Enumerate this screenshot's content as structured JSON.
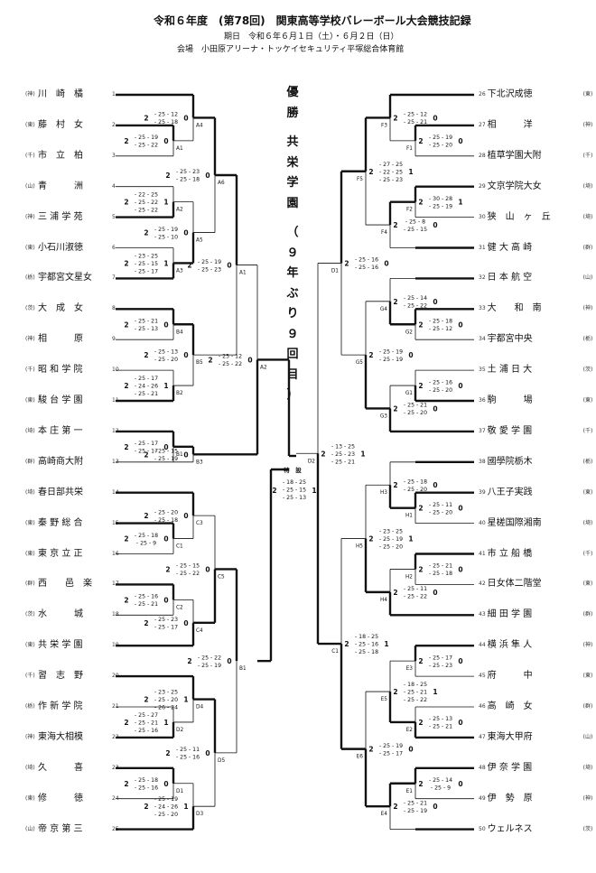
{
  "header": {
    "title": "令和６年度　(第78回)　関東高等学校バレーボール大会競技記録",
    "period": "期日　令和６年６月１日（土）・６月２日（日）",
    "venue": "会場　小田原アリーナ・トッケイセキュリティ平塚総合体育館"
  },
  "champion": [
    "優",
    "勝",
    "",
    "共",
    "栄",
    "学",
    "園",
    "",
    "（",
    "９",
    "年",
    "ぶ",
    "り",
    "９",
    "回",
    "目",
    "）"
  ],
  "teams_left": [
    {
      "pref": "(神)",
      "name": "川　崎　橘",
      "seed": "1"
    },
    {
      "pref": "(東)",
      "name": "藤　村　女",
      "seed": "2"
    },
    {
      "pref": "(千)",
      "name": "市　立　柏",
      "seed": "3"
    },
    {
      "pref": "(山)",
      "name": "青　　　洲",
      "seed": "4"
    },
    {
      "pref": "(神)",
      "name": "三 浦 学 苑",
      "seed": "5"
    },
    {
      "pref": "(東)",
      "name": "小石川淑徳",
      "seed": "6"
    },
    {
      "pref": "(栃)",
      "name": "宇都宮文星女",
      "seed": "7"
    },
    {
      "pref": "(茨)",
      "name": "大　成　女",
      "seed": "8"
    },
    {
      "pref": "(神)",
      "name": "相　　　原",
      "seed": "9"
    },
    {
      "pref": "(千)",
      "name": "昭 和 学 院",
      "seed": "10"
    },
    {
      "pref": "(東)",
      "name": "駿 台 学 園",
      "seed": "11"
    },
    {
      "pref": "(埼)",
      "name": "本 庄 第 一",
      "seed": "12"
    },
    {
      "pref": "(群)",
      "name": "高崎商大附",
      "seed": "13"
    },
    {
      "pref": "(埼)",
      "name": "春日部共栄",
      "seed": "14"
    },
    {
      "pref": "(東)",
      "name": "秦 野 総 合",
      "seed": "15"
    },
    {
      "pref": "(東)",
      "name": "東 京 立 正",
      "seed": "16"
    },
    {
      "pref": "(群)",
      "name": "西　　邑　楽",
      "seed": "17"
    },
    {
      "pref": "(茨)",
      "name": "水　　　城",
      "seed": "18"
    },
    {
      "pref": "(東)",
      "name": "共 栄 学 園",
      "seed": "19"
    },
    {
      "pref": "(千)",
      "name": "習　志　野",
      "seed": "20"
    },
    {
      "pref": "(栃)",
      "name": "作 新 学 院",
      "seed": "21"
    },
    {
      "pref": "(神)",
      "name": "東海大相模",
      "seed": "22"
    },
    {
      "pref": "(埼)",
      "name": "久　　　喜",
      "seed": "23"
    },
    {
      "pref": "(東)",
      "name": "修　　　徳",
      "seed": "24"
    },
    {
      "pref": "(山)",
      "name": "帝 京 第 三",
      "seed": "25"
    }
  ],
  "teams_right": [
    {
      "pref": "(東)",
      "name": "下北沢成徳",
      "seed": "26"
    },
    {
      "pref": "(神)",
      "name": "相　　　洋",
      "seed": "27"
    },
    {
      "pref": "(千)",
      "name": "植草学園大附",
      "seed": "28"
    },
    {
      "pref": "(埼)",
      "name": "文京学院大女",
      "seed": "29"
    },
    {
      "pref": "(埼)",
      "name": "狭　山　ヶ　丘",
      "seed": "30"
    },
    {
      "pref": "(群)",
      "name": "健 大 高 崎",
      "seed": "31"
    },
    {
      "pref": "(山)",
      "name": "日 本 航 空",
      "seed": "32"
    },
    {
      "pref": "(神)",
      "name": "大　　和　南",
      "seed": "33"
    },
    {
      "pref": "(栃)",
      "name": "宇都宮中央",
      "seed": "34"
    },
    {
      "pref": "(茨)",
      "name": "土 浦 日 大",
      "seed": "35"
    },
    {
      "pref": "(東)",
      "name": "駒　　　場",
      "seed": "36"
    },
    {
      "pref": "(千)",
      "name": "敬 愛 学 園",
      "seed": "37"
    },
    {
      "pref": "(栃)",
      "name": "國學院栃木",
      "seed": "38"
    },
    {
      "pref": "(東)",
      "name": "八王子実践",
      "seed": "39"
    },
    {
      "pref": "(埼)",
      "name": "星槎国際湘南",
      "seed": "40"
    },
    {
      "pref": "(千)",
      "name": "市 立 船 橋",
      "seed": "41"
    },
    {
      "pref": "(東)",
      "name": "日女体二階堂",
      "seed": "42"
    },
    {
      "pref": "(群)",
      "name": "細 田 学 園",
      "seed": "43"
    },
    {
      "pref": "(神)",
      "name": "横 浜 隼 人",
      "seed": "44"
    },
    {
      "pref": "(東)",
      "name": "府　　　中",
      "seed": "45"
    },
    {
      "pref": "(群)",
      "name": "高　崎　女",
      "seed": "46"
    },
    {
      "pref": "(山)",
      "name": "東海大甲府",
      "seed": "47"
    },
    {
      "pref": "(埼)",
      "name": "伊 奈 学 園",
      "seed": "48"
    },
    {
      "pref": "(神)",
      "name": "伊　勢　原",
      "seed": "49"
    },
    {
      "pref": "(茨)",
      "name": "ウェルネス",
      "seed": "50"
    }
  ],
  "special_seed_label": "特　設",
  "matches": [
    {
      "id": "A4",
      "label": "A4",
      "set_w": "2",
      "set_l": "0",
      "scores": [
        "25 - 12",
        "25 - 18"
      ]
    },
    {
      "id": "A1",
      "label": "A1",
      "set_w": "2",
      "set_l": "0",
      "scores": [
        "25 - 19",
        "25 - 22"
      ]
    },
    {
      "id": "A6",
      "label": "A6",
      "set_w": "2",
      "set_l": "0",
      "scores": [
        "25 - 23",
        "25 - 18"
      ]
    },
    {
      "id": "A2",
      "label": "A2",
      "set_w": "2",
      "set_l": "1",
      "scores": [
        "22 - 25",
        "25 - 22",
        "25 - 22"
      ]
    },
    {
      "id": "A5",
      "label": "A5",
      "set_w": "2",
      "set_l": "0",
      "scores": [
        "25 - 19",
        "25 - 10"
      ]
    },
    {
      "id": "A3",
      "label": "A3",
      "set_w": "2",
      "set_l": "1",
      "scores": [
        "23 - 25",
        "25 - 15",
        "25 - 17"
      ]
    },
    {
      "id": "A1r",
      "label": "A1",
      "set_w": "2",
      "set_l": "0",
      "scores": [
        "25 - 19",
        "25 - 23"
      ]
    },
    {
      "id": "B4",
      "label": "B4",
      "set_w": "2",
      "set_l": "0",
      "scores": [
        "25 - 21",
        "25 - 13"
      ]
    },
    {
      "id": "B2",
      "label": "B2",
      "set_w": "2",
      "set_l": "1",
      "scores": [
        "25 - 17",
        "24 - 26",
        "25 - 21"
      ]
    },
    {
      "id": "B5",
      "label": "B5",
      "set_w": "2",
      "set_l": "0",
      "scores": [
        "25 - 13",
        "25 - 20"
      ]
    },
    {
      "id": "B1",
      "label": "B1",
      "set_w": "2",
      "set_l": "0",
      "scores": [
        "25 - 17",
        "25 - 17"
      ]
    },
    {
      "id": "B3",
      "label": "B3",
      "set_w": "2",
      "set_l": "0",
      "scores": [
        "25 - 15",
        "25 - 19"
      ]
    },
    {
      "id": "A2r",
      "label": "A2",
      "set_w": "2",
      "set_l": "0",
      "scores": [
        "25 - 12",
        "25 - 22"
      ]
    },
    {
      "id": "C3",
      "label": "C3",
      "set_w": "2",
      "set_l": "0",
      "scores": [
        "25 - 20",
        "25 - 18"
      ]
    },
    {
      "id": "C1",
      "label": "C1",
      "set_w": "2",
      "set_l": "0",
      "scores": [
        "25 - 18",
        "25 - 9"
      ]
    },
    {
      "id": "C5",
      "label": "C5",
      "set_w": "2",
      "set_l": "0",
      "scores": [
        "25 - 15",
        "25 - 22"
      ]
    },
    {
      "id": "C2",
      "label": "C2",
      "set_w": "2",
      "set_l": "0",
      "scores": [
        "25 - 16",
        "25 - 21"
      ]
    },
    {
      "id": "C4",
      "label": "C4",
      "set_w": "2",
      "set_l": "0",
      "scores": [
        "25 - 23",
        "25 - 17"
      ]
    },
    {
      "id": "B1r",
      "label": "B1",
      "set_w": "2",
      "set_l": "0",
      "scores": [
        "25 - 22",
        "25 - 19"
      ]
    },
    {
      "id": "D4",
      "label": "D4",
      "set_w": "2",
      "set_l": "1",
      "scores": [
        "23 - 25",
        "25 - 20",
        "26 - 24"
      ]
    },
    {
      "id": "D2",
      "label": "D2",
      "set_w": "2",
      "set_l": "1",
      "scores": [
        "25 - 27",
        "25 - 21",
        "25 - 16"
      ]
    },
    {
      "id": "D5",
      "label": "D5",
      "set_w": "2",
      "set_l": "0",
      "scores": [
        "25 - 11",
        "25 - 16"
      ]
    },
    {
      "id": "D1",
      "label": "D1",
      "set_w": "2",
      "set_l": "0",
      "scores": [
        "25 - 18",
        "25 - 16"
      ]
    },
    {
      "id": "D3",
      "label": "D3",
      "set_w": "2",
      "set_l": "1",
      "scores": [
        "25 - 19",
        "24 - 26",
        "25 - 20"
      ]
    },
    {
      "id": "F3",
      "label": "F3",
      "set_w": "2",
      "set_l": "0",
      "scores": [
        "25 - 12",
        "25 - 21"
      ]
    },
    {
      "id": "F1",
      "label": "F1",
      "set_w": "2",
      "set_l": "0",
      "scores": [
        "25 - 19",
        "25 - 20"
      ]
    },
    {
      "id": "F5",
      "label": "F5",
      "set_w": "2",
      "set_l": "1",
      "scores": [
        "27 - 25",
        "22 - 25",
        "25 - 23"
      ]
    },
    {
      "id": "F2",
      "label": "F2",
      "set_w": "2",
      "set_l": "1",
      "scores": [
        "30 - 28",
        "25 - 19"
      ]
    },
    {
      "id": "F4",
      "label": "F4",
      "set_w": "2",
      "set_l": "0",
      "scores": [
        "25 - 8",
        "25 - 15"
      ]
    },
    {
      "id": "D1r",
      "label": "D1",
      "set_w": "2",
      "set_l": "0",
      "scores": [
        "25 - 16",
        "25 - 16"
      ]
    },
    {
      "id": "G4",
      "label": "G4",
      "set_w": "2",
      "set_l": "0",
      "scores": [
        "25 - 14",
        "25 - 22"
      ]
    },
    {
      "id": "G2",
      "label": "G2",
      "set_w": "2",
      "set_l": "0",
      "scores": [
        "25 - 18",
        "25 - 12"
      ]
    },
    {
      "id": "G5",
      "label": "G5",
      "set_w": "2",
      "set_l": "0",
      "scores": [
        "25 - 19",
        "25 - 19"
      ]
    },
    {
      "id": "G1",
      "label": "G1",
      "set_w": "2",
      "set_l": "0",
      "scores": [
        "25 - 16",
        "25 - 20"
      ]
    },
    {
      "id": "G3",
      "label": "G3",
      "set_w": "2",
      "set_l": "0",
      "scores": [
        "25 - 21",
        "25 - 20"
      ]
    },
    {
      "id": "D2r",
      "label": "D2",
      "set_w": "2",
      "set_l": "1",
      "scores": [
        "13 - 25",
        "25 - 23",
        "25 - 21"
      ]
    },
    {
      "id": "FINAL",
      "label": "",
      "set_w": "2",
      "set_l": "1",
      "scores": [
        "18 - 25",
        "25 - 15",
        "25 - 13"
      ]
    },
    {
      "id": "H3",
      "label": "H3",
      "set_w": "2",
      "set_l": "0",
      "scores": [
        "25 - 18",
        "25 - 20"
      ]
    },
    {
      "id": "H1",
      "label": "H1",
      "set_w": "2",
      "set_l": "0",
      "scores": [
        "25 - 11",
        "25 - 20"
      ]
    },
    {
      "id": "H5",
      "label": "H5",
      "set_w": "2",
      "set_l": "1",
      "scores": [
        "23 - 25",
        "25 - 19",
        "25 - 20"
      ]
    },
    {
      "id": "H2",
      "label": "H2",
      "set_w": "2",
      "set_l": "0",
      "scores": [
        "25 - 21",
        "25 - 18"
      ]
    },
    {
      "id": "H4",
      "label": "H4",
      "set_w": "2",
      "set_l": "0",
      "scores": [
        "25 - 11",
        "25 - 22"
      ]
    },
    {
      "id": "C1r",
      "label": "C1",
      "set_w": "2",
      "set_l": "1",
      "scores": [
        "18 - 25",
        "25 - 16",
        "25 - 18"
      ]
    },
    {
      "id": "E3",
      "label": "E3",
      "set_w": "2",
      "set_l": "0",
      "scores": [
        "25 - 17",
        "25 - 23"
      ]
    },
    {
      "id": "E5",
      "label": "E5",
      "set_w": "2",
      "set_l": "1",
      "scores": [
        "18 - 25",
        "25 - 21",
        "25 - 22"
      ]
    },
    {
      "id": "E2",
      "label": "E2",
      "set_w": "2",
      "set_l": "0",
      "scores": [
        "25 - 13",
        "25 - 21"
      ]
    },
    {
      "id": "E6",
      "label": "E6",
      "set_w": "2",
      "set_l": "0",
      "scores": [
        "25 - 19",
        "25 - 17"
      ]
    },
    {
      "id": "E1",
      "label": "E1",
      "set_w": "2",
      "set_l": "0",
      "scores": [
        "25 - 14",
        "25 - 9"
      ]
    },
    {
      "id": "E4",
      "label": "E4",
      "set_w": "2",
      "set_l": "0",
      "scores": [
        "25 - 21",
        "25 - 19"
      ]
    }
  ]
}
